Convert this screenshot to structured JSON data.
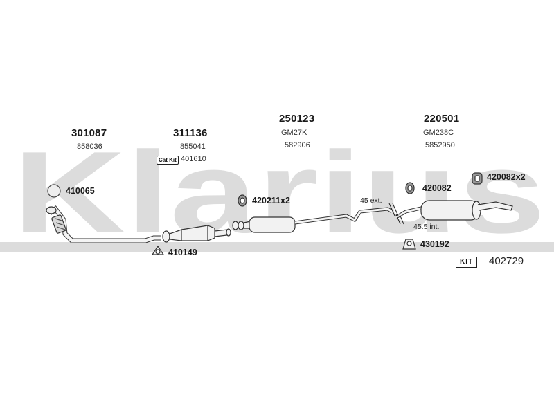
{
  "watermark": {
    "text": "Klarius"
  },
  "parts": {
    "front_pipe": {
      "number": "301087",
      "oem": "858036"
    },
    "catalyst": {
      "number": "311136",
      "oem": "855041",
      "cat_kit_label": "Cat Kit",
      "cat_kit_number": "401610"
    },
    "center_box": {
      "number": "250123",
      "model": "GM27K",
      "oem": "582906"
    },
    "rear_box": {
      "number": "220501",
      "model": "GM238C",
      "oem": "5852950"
    }
  },
  "fittings": {
    "ring_410065": "410065",
    "gasket_410149": "410149",
    "mount_420211": "420211x2",
    "mount_420082": "420082",
    "mount_420082x2": "420082x2",
    "clamp_430192": "430192"
  },
  "notes": {
    "ext": "45 ext.",
    "int": "45.5 int."
  },
  "kit": {
    "label": "KIT",
    "number": "402729"
  },
  "colors": {
    "watermark": "#dcdcdc",
    "line": "#333333",
    "part_fill": "#f2f2f2"
  }
}
